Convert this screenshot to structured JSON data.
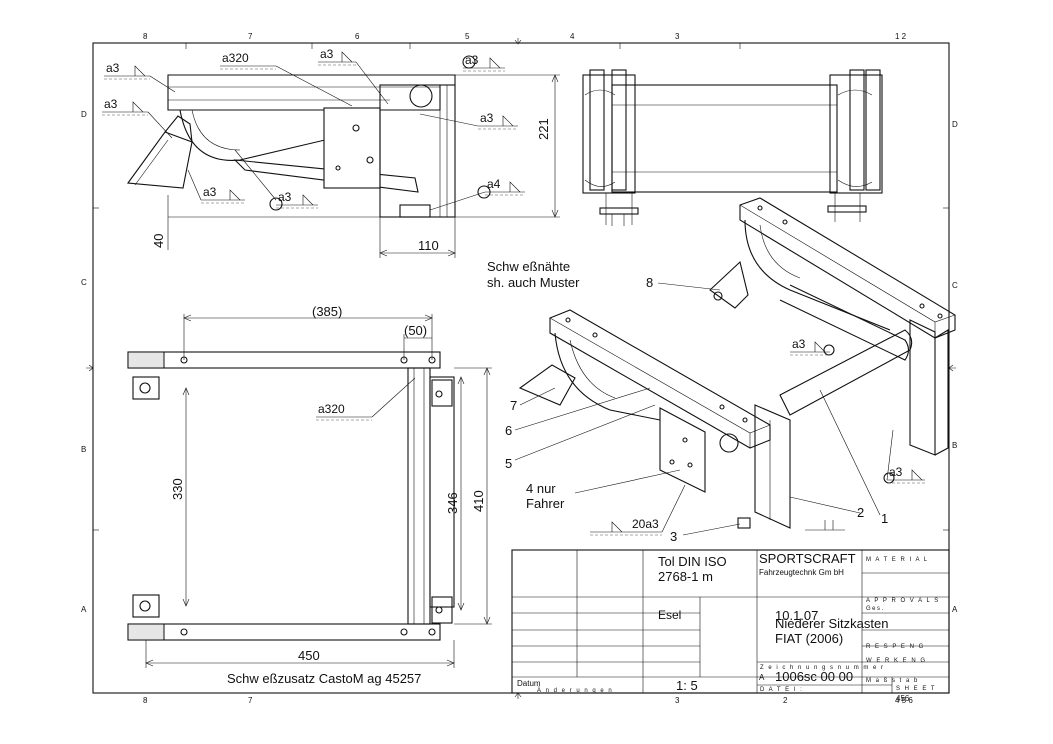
{
  "frame": {
    "top_zones": [
      "8",
      "7",
      "6",
      "5",
      "4",
      "3",
      "1 2"
    ],
    "bottom_zones": [
      "8",
      "7",
      "3",
      "2",
      "4 5 6"
    ],
    "left_rows": [
      "D",
      "C",
      "B",
      "A"
    ],
    "right_rows": [
      "D",
      "C",
      "B",
      "A"
    ]
  },
  "side_view": {
    "welds": [
      "a3",
      "a3",
      "a3",
      "a3",
      "a3",
      "a3",
      "a3",
      "a4"
    ],
    "weld_long": "a320",
    "dim_height": "221",
    "dim_offset": "40",
    "dim_width": "110"
  },
  "top_view": {
    "dim_385": "(385)",
    "dim_50": "(50)",
    "dim_330": "330",
    "dim_346": "346",
    "dim_410": "410",
    "dim_450": "450",
    "weld": "a320"
  },
  "iso_view": {
    "weld_a3_1": "a3",
    "weld_a3_2": "a3",
    "weld_20a3": "20a3",
    "note_fahrer": [
      "4 nur",
      "Fahrer"
    ],
    "callouts": [
      "1",
      "2",
      "3",
      "5",
      "6",
      "7",
      "8"
    ]
  },
  "notes": {
    "weld_note_line1": "Schw eßnähte",
    "weld_note_line2": "sh. auch Muster",
    "bottom_note": "Schw eßzusatz CastoM ag 45257"
  },
  "title_block": {
    "tol_line1": "Tol DIN ISO",
    "tol_line2": "2768-1 m",
    "material_label": "M A T E R I A L",
    "company": "SPORTSCRAFT",
    "company_sub": "Fahrzeugtechnk Gm bH",
    "approvals_label": "A P P R O V A L S",
    "approvals_sub": "Ges.",
    "resp_label": "R E S P E N G",
    "geprueft_label": "W E R K E N G",
    "mfg_label": "M a ß s t a b",
    "material_value": "Esel",
    "date": "10.1.07",
    "name_line1": "Niederer Sitzkasten",
    "name_line2": "FIAT (2006)",
    "zeichnungsnummer_label": "Z e i c h n u n g s n u m m e r",
    "part_number": "1006sc 00 00",
    "rev_label": "A",
    "scale_label_left": "Datum",
    "aenderungen": "Ä n d e r u n g e n",
    "scale": "1: 5",
    "sheet_label": "S H E E T",
    "file_label": "D A T E I :",
    "sheet_value": "456"
  }
}
